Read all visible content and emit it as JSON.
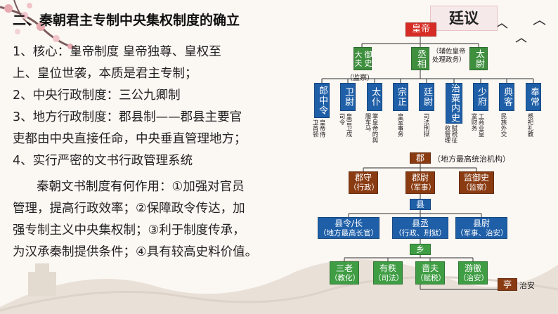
{
  "heading": "二、秦朝君主专制中央集权制度的确立",
  "paragraphs": [
    "1、核心：皇帝制度    皇帝独尊、皇权至",
    "上、皇位世袭，本质是君主专制；",
    "2、中央行政制度：三公九卿制",
    "3、地方行政制度：郡县制——郡县主要官",
    "吏都由中央直接任命，中央垂直管理地方；",
    "4、实行严密的文书行政管理系统",
    "秦朝文书制度有何作用：①加强对官员",
    "管理，提高行政效率；②保障政令传达，加",
    "强专制主义中央集权制；③利于制度传承，",
    "为汉承秦制提供条件；④具有较高史料价值。"
  ],
  "diagram": {
    "title": "廷议",
    "emperor": "皇帝",
    "sangong": [
      {
        "name": "御史大夫",
        "note": "（监察）"
      },
      {
        "name": "丞相",
        "note": "（辅佐皇帝处理政务）"
      },
      {
        "name": "太尉",
        "note": ""
      }
    ],
    "jiuqing": [
      {
        "name": "郎中令",
        "duty": "皇帝侍卫首领"
      },
      {
        "name": "卫尉",
        "duty": "皇宫卫戍司令"
      },
      {
        "name": "太仆",
        "duty": "掌皇帝的舆服车马"
      },
      {
        "name": "宗正",
        "duty": "皇室事务"
      },
      {
        "name": "廷尉",
        "duty": "司法刑狱"
      },
      {
        "name": "治粟内史",
        "duty": "赋税征收管理"
      },
      {
        "name": "少府",
        "duty": "工商业皇室财务"
      },
      {
        "name": "典客",
        "duty": "民族外交"
      },
      {
        "name": "奉常",
        "duty": "祭祀礼教"
      }
    ],
    "jun": {
      "name": "郡",
      "note": "（地方最高统治机构）"
    },
    "jun_officials": [
      {
        "name": "郡守",
        "role": "（行政）"
      },
      {
        "name": "郡尉",
        "role": "（军事）"
      },
      {
        "name": "监御史",
        "role": "（监察）"
      }
    ],
    "xian": "县",
    "xian_officials": [
      {
        "name": "县令/长",
        "role": "（地方最高长官）"
      },
      {
        "name": "县丞",
        "role": "（行政、刑狱）"
      },
      {
        "name": "县尉",
        "role": "（军事、治安）"
      }
    ],
    "xiang": "乡",
    "xiang_officials": [
      {
        "name": "三老",
        "role": "（教化）"
      },
      {
        "name": "有秩",
        "role": "（司法）"
      },
      {
        "name": "啬夫",
        "role": "（赋税）"
      },
      {
        "name": "游徼",
        "role": "（治安）"
      }
    ],
    "ting": {
      "name": "亭",
      "note": "治安"
    }
  },
  "colors": {
    "red": "#d72c25",
    "green": "#3e8f3e",
    "blue": "#1f5fa8",
    "brown": "#8a3b12",
    "line": "#555555"
  }
}
